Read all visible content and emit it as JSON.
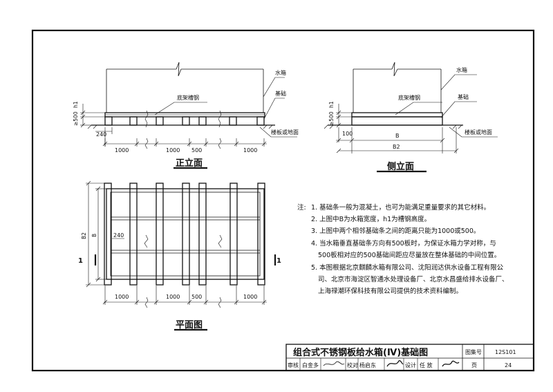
{
  "views": {
    "front_title": "正立面",
    "side_title": "侧立面",
    "plan_title": "平面图"
  },
  "labels": {
    "water_tank": "水箱",
    "foundation": "基础",
    "channel_steel": "底架槽钢",
    "floor": "楼板或地面",
    "h1": "h1",
    "h_500": "≥500",
    "d_240": "240",
    "d_1000": "1000",
    "d_500": "500",
    "d_100": "100",
    "B": "B",
    "B2": "B2",
    "section_mark": "1"
  },
  "notes": {
    "prefix": "注:",
    "items": [
      "1. 基础条一般为混凝土，也可为能满足重量要求的其它材料。",
      "2. 上图中B为水箱宽度，h1为槽钢高度。",
      "3. 上图中两个相邻基础条之间的距离只能为1000或500。",
      "4. 当水箱垂直基础条方向有500板时，为保证水箱力学对称，与",
      "500板相对应的500基础间距应尽量放在整体基础的中间位置。",
      "5. 本图根据北京麒麟水箱有限公司、沈阳润达供水设备工程有限公",
      "司、北京市海淀区智通水处理设备厂、北京水昌盛给排水设备厂、",
      "上海禄潮环保科技有限公司提供的技术资料编制。"
    ]
  },
  "title_block": {
    "title": "组合式不锈钢板给水箱(Ⅳ)基础图",
    "atlas_label": "图集号",
    "atlas_no": "12S101",
    "review_label": "审核",
    "reviewer": "白金多",
    "check_label": "校对",
    "checker": "杨启东",
    "design_label": "设计",
    "designer": "任 放",
    "page_label": "页",
    "page_no": "24"
  }
}
